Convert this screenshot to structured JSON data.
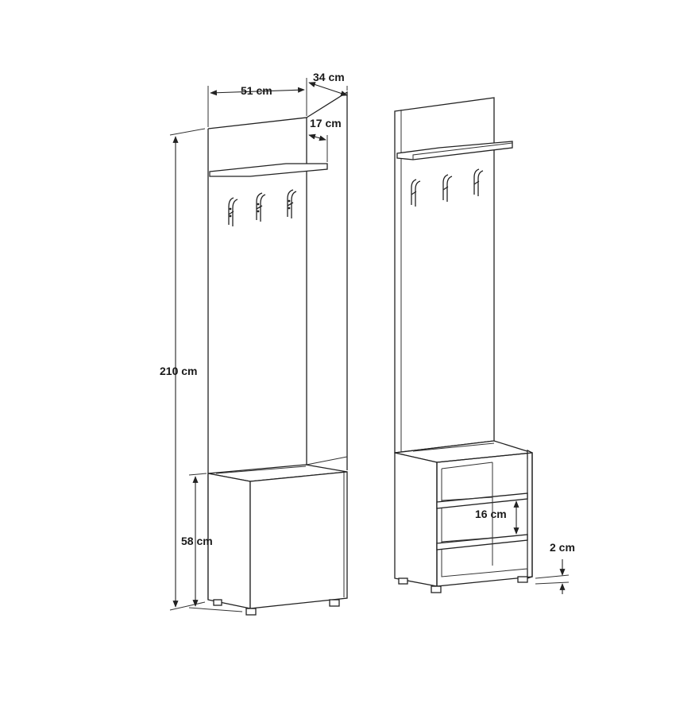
{
  "dimensions": {
    "width": "51 cm",
    "depth": "34 cm",
    "shelf_depth": "17 cm",
    "height": "210 cm",
    "cabinet_height": "58 cm",
    "shelf_spacing": "16 cm",
    "foot_height": "2 cm"
  },
  "colors": {
    "line": "#222222",
    "background": "#ffffff"
  }
}
